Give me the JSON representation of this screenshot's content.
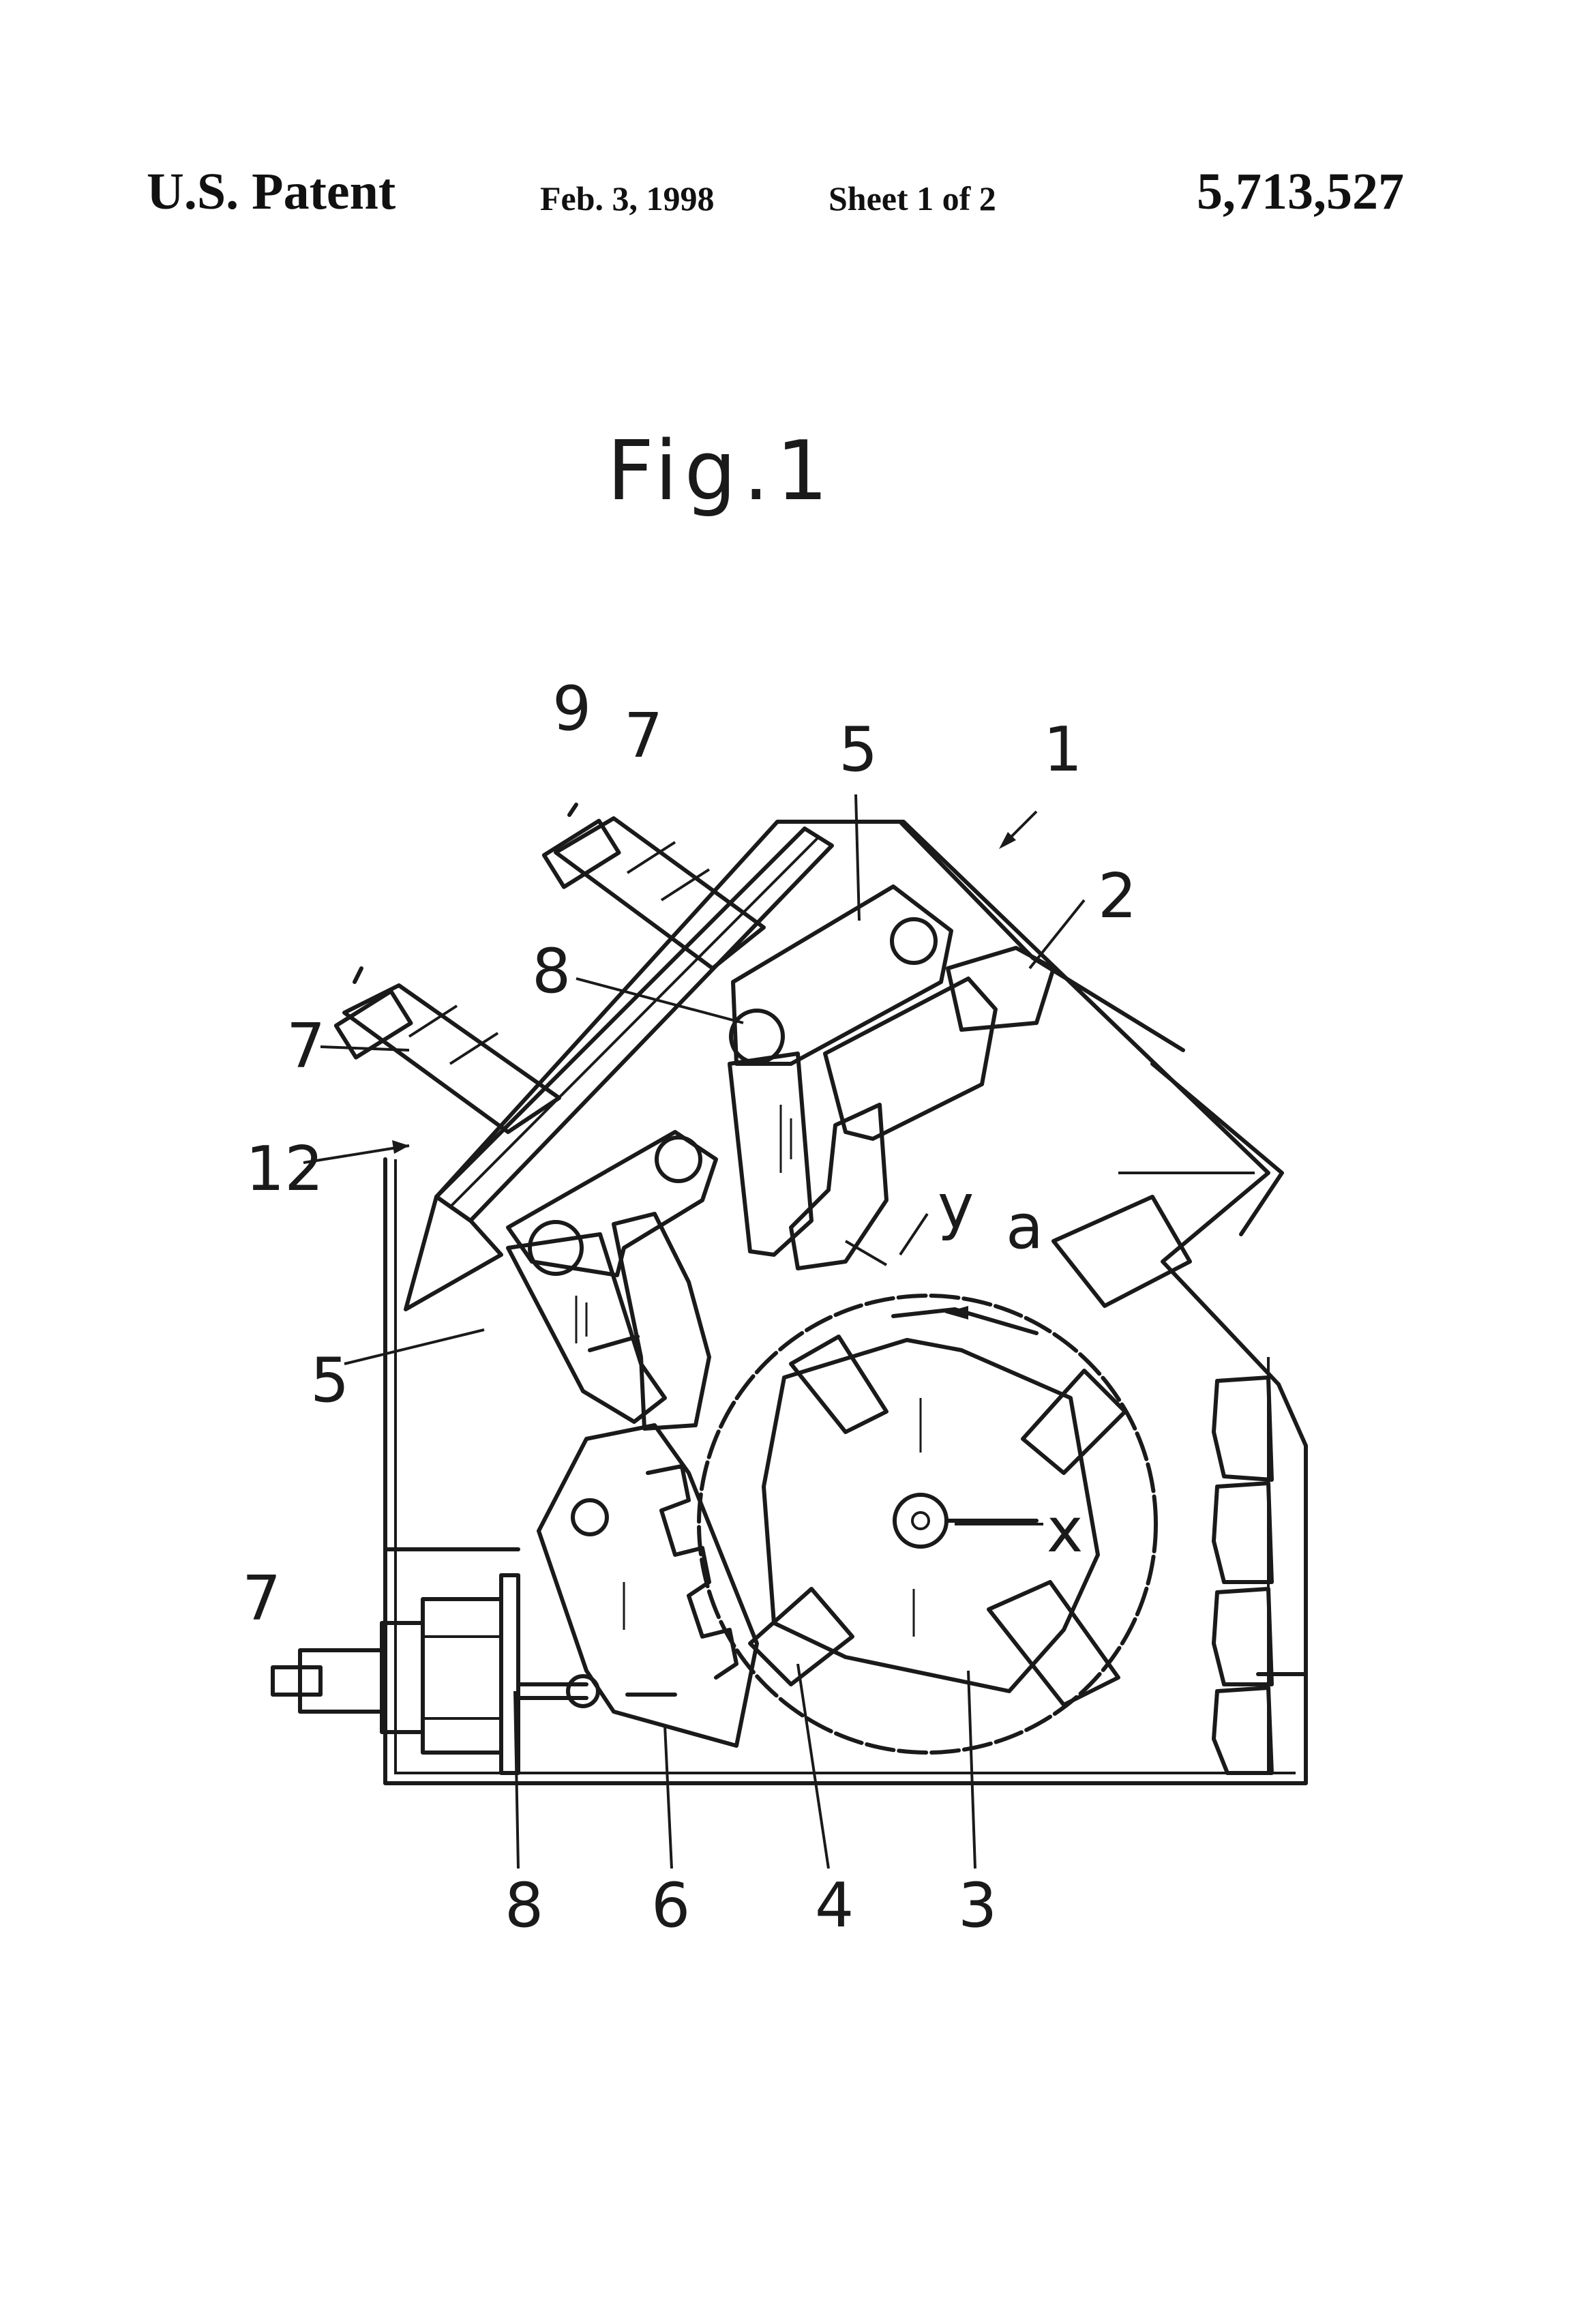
{
  "header": {
    "patent_label": "U.S. Patent",
    "date": "Feb. 3, 1998",
    "sheet": "Sheet 1 of 2",
    "patent_number": "5,713,527"
  },
  "figure": {
    "title": "Fig.1",
    "reference_labels": {
      "r9": "9",
      "r7_top": "7",
      "r5_top": "5",
      "r1": "1",
      "r2": "2",
      "r8_top": "8",
      "r7_mid": "7",
      "r12": "12",
      "ry": "y",
      "ra": "a",
      "r5_left": "5",
      "rx": "x",
      "r7_bottom": "7",
      "r8_bottom": "8",
      "r6": "6",
      "r4": "4",
      "r3": "3"
    }
  }
}
